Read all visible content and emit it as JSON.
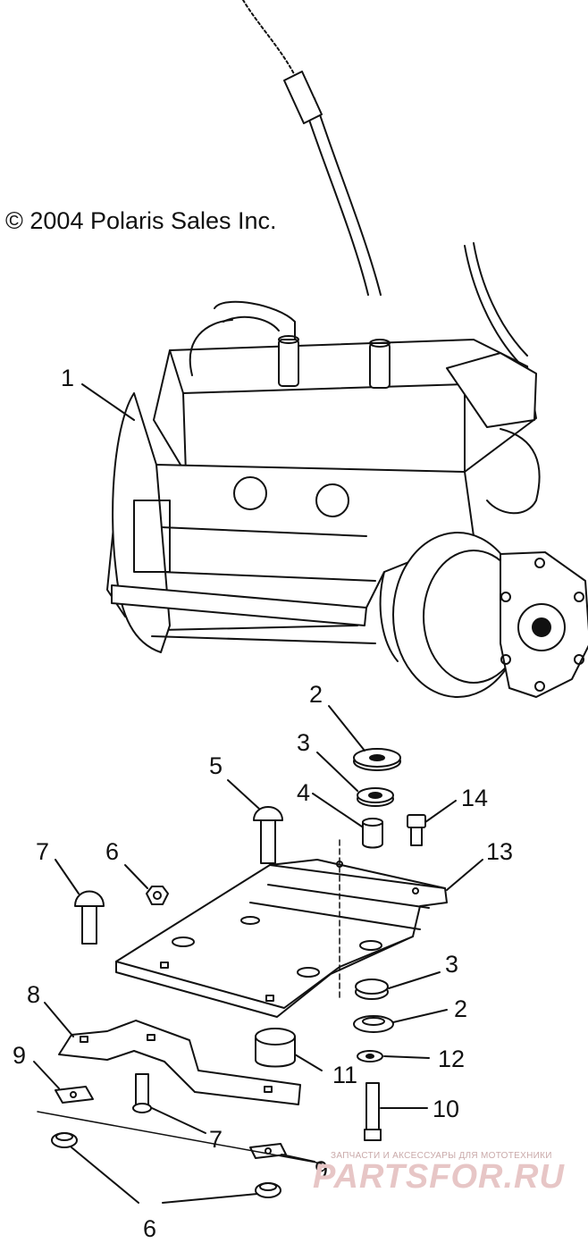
{
  "copyright": "© 2004 Polaris Sales Inc.",
  "watermark": {
    "tagline": "ЗАПЧАСТИ И АКСЕССУАРЫ ДЛЯ МОТОТЕХНИКИ",
    "brand": "PARTSFOR.RU"
  },
  "callouts": [
    "1",
    "2",
    "3",
    "4",
    "5",
    "6",
    "7",
    "8",
    "9",
    "10",
    "11",
    "12",
    "13",
    "14",
    "2",
    "3",
    "6",
    "7",
    "9"
  ]
}
